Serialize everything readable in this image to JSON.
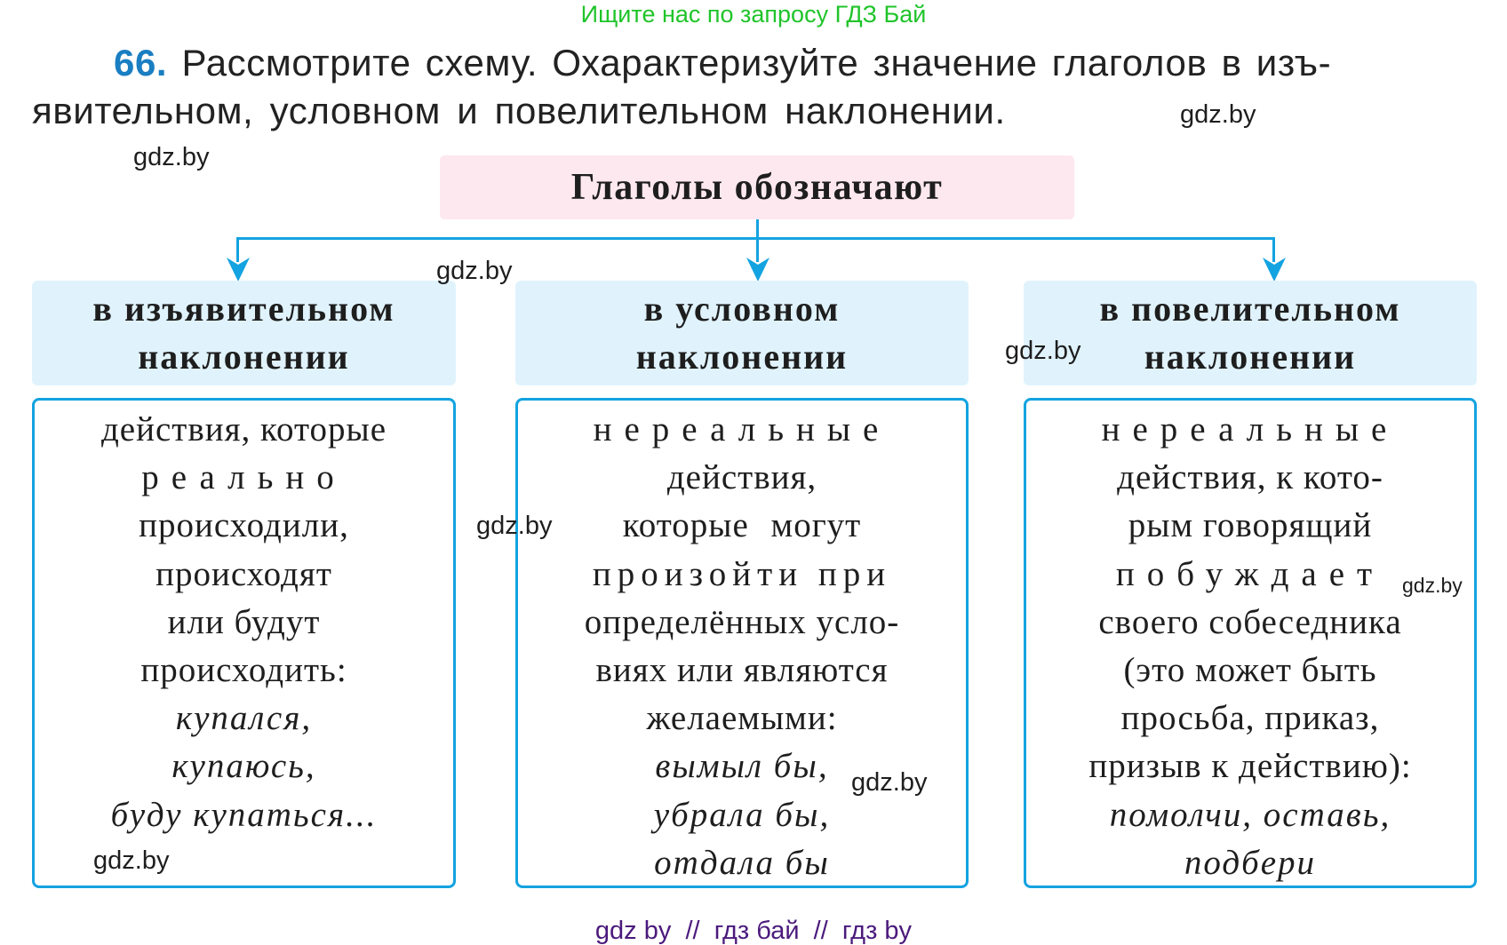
{
  "promo_banner": "Ищите нас по запросу ГДЗ Бай",
  "task": {
    "number": "66.",
    "line1": "Рассмотрите схему. Охарактеризуйте значение глаголов в изъ-",
    "line2": "явительном, условном и повелительном наклонении."
  },
  "diagram": {
    "root": "Глаголы обозначают",
    "connector_color": "#13a3e0",
    "columns": [
      {
        "header": [
          "в изъявительном",
          "наклонении"
        ],
        "body": [
          {
            "text": "действия, которые",
            "style": "normal"
          },
          {
            "text": "реально",
            "style": "spaced"
          },
          {
            "text": "происходили,",
            "style": "normal"
          },
          {
            "text": "происходят",
            "style": "normal"
          },
          {
            "text": "или будут",
            "style": "normal"
          },
          {
            "text": "происходить:",
            "style": "normal"
          },
          {
            "text": "купался,",
            "style": "italic"
          },
          {
            "text": "купаюсь,",
            "style": "italic"
          },
          {
            "text": "буду купаться...",
            "style": "italic"
          }
        ]
      },
      {
        "header": [
          "в условном",
          "наклонении"
        ],
        "body": [
          {
            "text": "нереальные",
            "style": "spaced"
          },
          {
            "text": "действия,",
            "style": "normal"
          },
          {
            "text": "которые могут",
            "style": "normal"
          },
          {
            "text": "произойти при",
            "style": "normal"
          },
          {
            "text": "определённых усло-",
            "style": "normal"
          },
          {
            "text": "виях или являются",
            "style": "normal"
          },
          {
            "text": "желаемыми:",
            "style": "normal"
          },
          {
            "text": "вымыл бы,",
            "style": "italic"
          },
          {
            "text": "убрала бы,",
            "style": "italic"
          },
          {
            "text": "отдала бы",
            "style": "italic"
          }
        ]
      },
      {
        "header": [
          "в повелительном",
          "наклонении"
        ],
        "body": [
          {
            "text": "нереальные",
            "style": "spaced"
          },
          {
            "text": "действия, к кото-",
            "style": "normal"
          },
          {
            "text": "рым говорящий",
            "style": "normal"
          },
          {
            "text": "побуждает",
            "style": "spaced"
          },
          {
            "text": "своего собеседника",
            "style": "normal"
          },
          {
            "text": "(это может быть",
            "style": "normal"
          },
          {
            "text": "просьба, приказ,",
            "style": "normal"
          },
          {
            "text": "призыв к действию):",
            "style": "normal"
          },
          {
            "text": "помолчи, оставь,",
            "style": "italic"
          },
          {
            "text": "подбери",
            "style": "italic"
          }
        ]
      }
    ]
  },
  "watermarks": {
    "label": "gdz.by"
  },
  "footer": "gdz by  //  гдз бай  //  гдз by"
}
